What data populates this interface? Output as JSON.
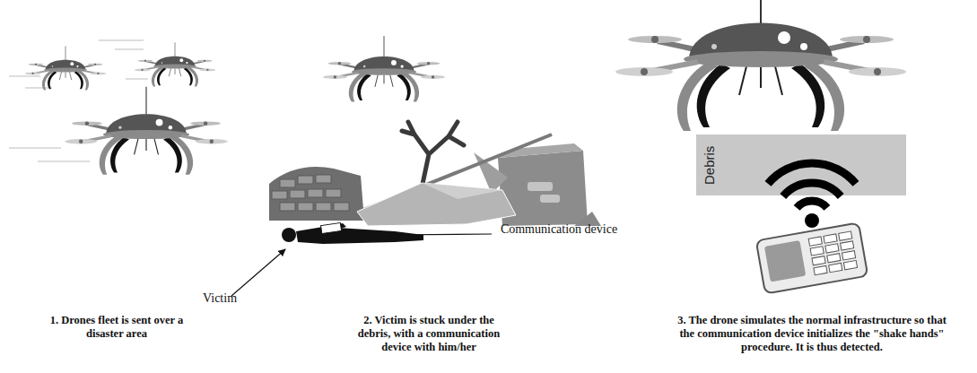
{
  "diagram": {
    "nodes": [
      {
        "text": [
          "Debris"
        ]
      }
    ],
    "labels": [
      "1. Drones fleet is sent over a disaster area",
      "Victim",
      "Communication device",
      "2. Victim is stuck under the debris, with a communication device with him/her",
      "3. The drone simulates the normal infrastructure so that the communication device initializes the \"shake hands\" procedure. It is thus detected."
    ]
  }
}
